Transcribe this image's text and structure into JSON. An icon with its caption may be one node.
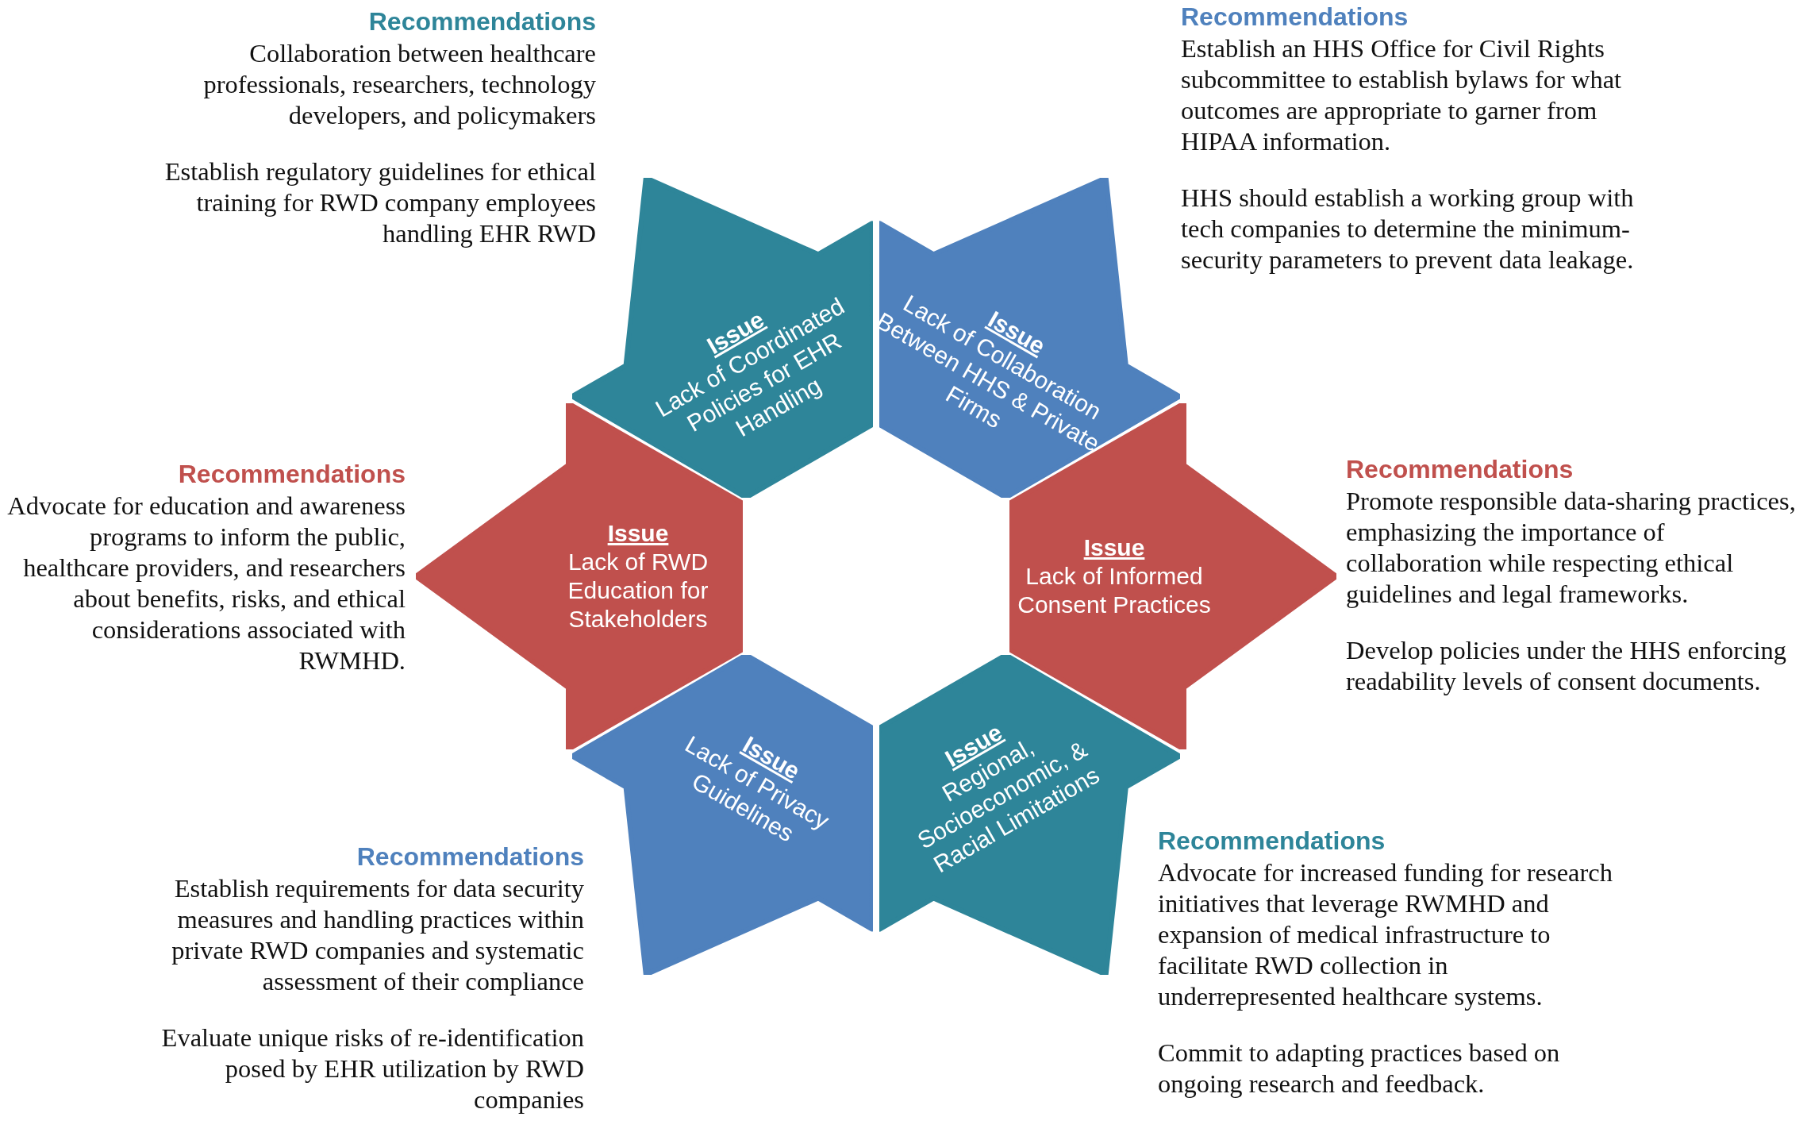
{
  "diagram": {
    "nodes": [
      {
        "text": [
          "Issue",
          "Lack of Coordinated Policies for EHR Handling"
        ],
        "beside": [
          "Recommendations",
          "Collaboration between healthcare professionals, researchers, technology developers, and policymakers",
          "Establish regulatory guidelines for ethical training for RWD company employees handling EHR RWD"
        ]
      },
      {
        "text": [
          "Issue",
          "Lack of Collaboration Between HHS & Private Firms"
        ],
        "beside": [
          "Recommendations",
          "Establish an HHS Office for Civil Rights subcommittee to establish bylaws for what outcomes are appropriate to garner from HIPAA information.",
          "HHS should establish a working group with tech companies to determine the minimum-security parameters to prevent data leakage."
        ]
      },
      {
        "text": [
          "Issue",
          "Lack of RWD Education for Stakeholders"
        ],
        "beside": [
          "Recommendations",
          "Advocate for education and awareness programs to inform the public, healthcare providers, and researchers about benefits, risks, and ethical considerations associated with RWMHD."
        ]
      },
      {
        "text": [
          "Issue",
          "Lack of Informed Consent Practices"
        ],
        "beside": [
          "Recommendations",
          "Promote responsible data-sharing practices, emphasizing the importance of collaboration while respecting ethical guidelines and legal frameworks.",
          "Develop policies under the HHS enforcing readability levels of consent documents."
        ]
      },
      {
        "text": [
          "Issue",
          "Lack of Privacy Guidelines"
        ],
        "beside": [
          "Recommendations",
          "Establish requirements for data security measures and handling practices within private RWD companies and systematic assessment of their compliance",
          "Evaluate unique risks of re-identification posed by EHR utilization by RWD companies"
        ]
      },
      {
        "text": [
          "Issue",
          "Regional, Socioeconomic, & Racial Limitations"
        ],
        "beside": [
          "Recommendations",
          "Advocate for increased funding for research initiatives that leverage RWMHD and expansion of medical infrastructure to facilitate RWD collection in underrepresented healthcare systems.",
          "Commit to adapting practices based on ongoing research and feedback."
        ]
      }
    ]
  }
}
